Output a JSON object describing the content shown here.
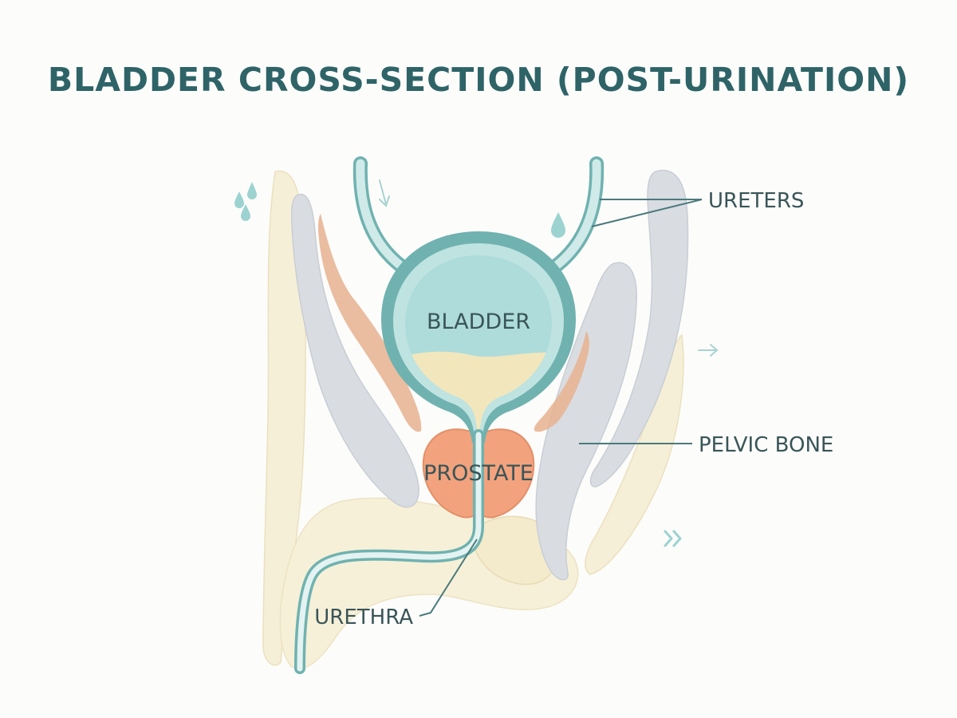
{
  "title": "BLADDER CROSS-SECTION (POST-URINATION)",
  "labels": {
    "bladder": "BLADDER",
    "prostate": "PROSTATE",
    "ureters": "URETERS",
    "pelvic_bone": "PELVIC BONE",
    "urethra": "URETHRA"
  },
  "colors": {
    "title": "#2e6468",
    "label_text": "#3a5558",
    "leader_line": "#4a7a7c",
    "bladder_fill": "#aedcdb",
    "bladder_wall": "#6fb2b0",
    "urine": "#f2e6bd",
    "prostate": "#f2a27c",
    "muscle": "#e8b28f",
    "pelvic_bone": "#d9dde2",
    "soft_tissue": "#f6efd7",
    "ureter_tube": "#cfeae8"
  },
  "icons": [
    "water-droplets-icon",
    "water-drop-icon",
    "flow-arrow-down-icon",
    "arrow-right-icon",
    "double-chevron-right-icon"
  ]
}
